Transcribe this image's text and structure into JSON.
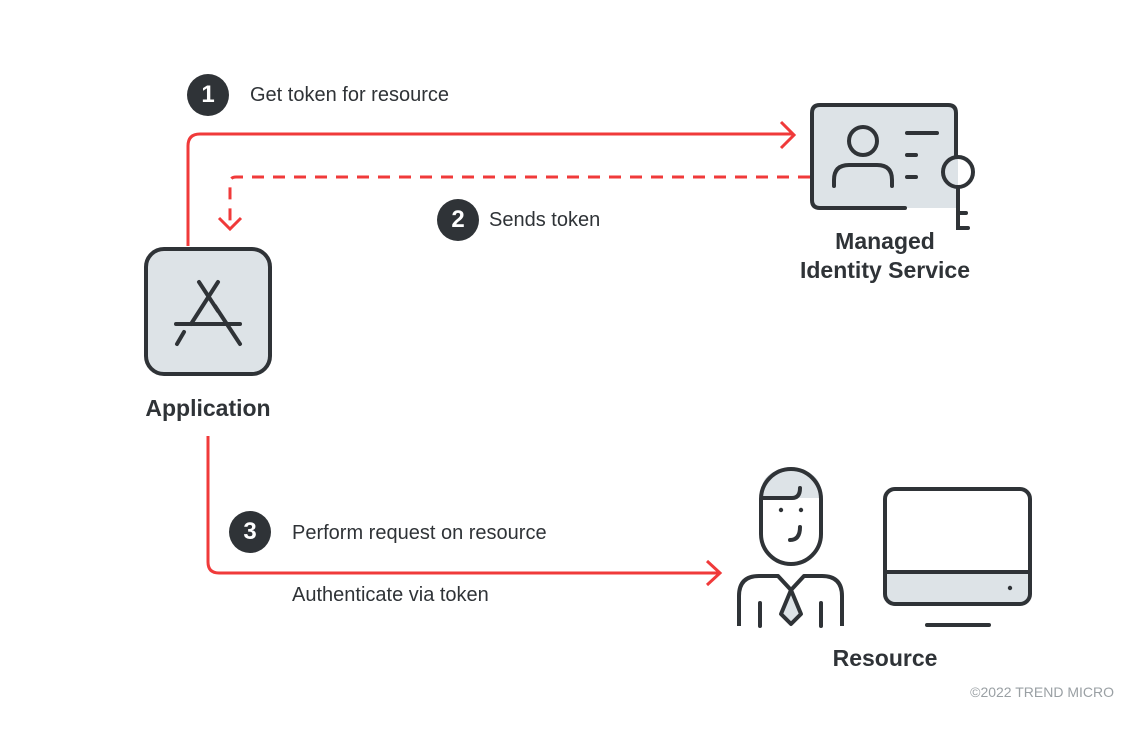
{
  "colors": {
    "arrow": "#f03a3a",
    "ink": "#2f3337",
    "icon_fill": "#dde3e7",
    "muted": "#9aa0a4"
  },
  "nodes": {
    "application": {
      "label": "Application",
      "icon": "app-store-icon"
    },
    "identity_service": {
      "label_line1": "Managed",
      "label_line2": "Identity Service",
      "icon": "id-card-key-icon"
    },
    "resource": {
      "label": "Resource",
      "icon": "person-computer-icon"
    }
  },
  "steps": [
    {
      "number": "1",
      "label": "Get token for resource",
      "style": "solid"
    },
    {
      "number": "2",
      "label": "Sends token",
      "style": "dashed"
    },
    {
      "number": "3",
      "label": "Perform request on resource",
      "sublabel": "Authenticate via token",
      "style": "solid"
    }
  ],
  "footer": {
    "copyright": "©2022 TREND MICRO"
  }
}
